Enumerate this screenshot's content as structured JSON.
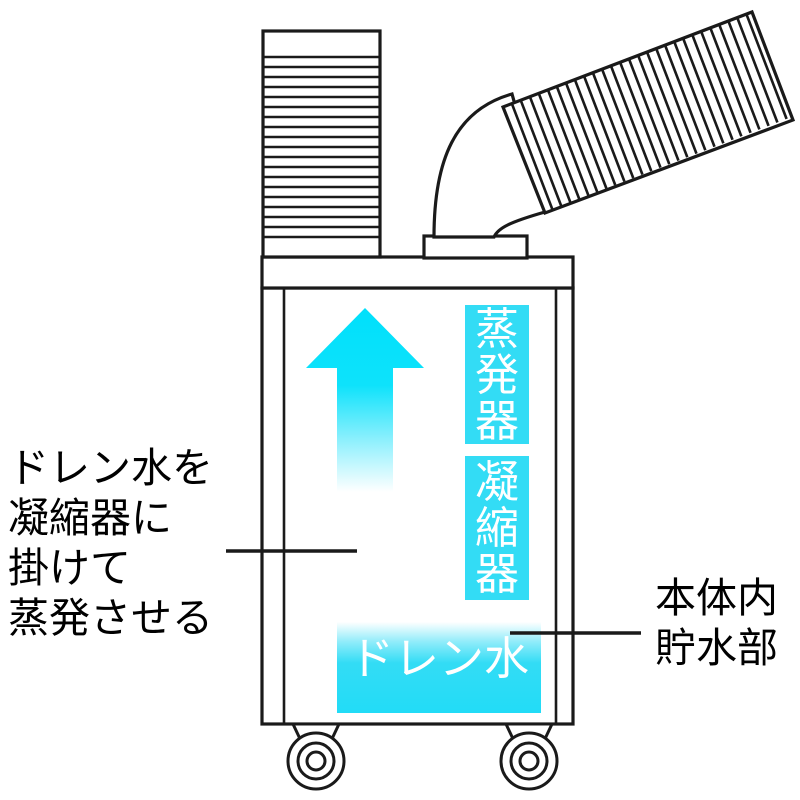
{
  "diagram": {
    "title": "spot-cooler-drain-water-evaporation-diagram",
    "colors": {
      "cyan": "#33dcf5",
      "outline": "#1a1a1a",
      "text": "#000000",
      "box_text": "#ffffff",
      "background": "#ffffff"
    },
    "annotations": {
      "left_label": {
        "lines": [
          "ドレン水を",
          "凝縮器に",
          "掛けて",
          "蒸発させる"
        ],
        "text": "ドレン水を\n凝縮器に\n掛けて\n蒸発させる"
      },
      "right_label": {
        "lines": [
          "本体内",
          "貯水部"
        ],
        "text": "本体内\n貯水部"
      }
    },
    "components": {
      "evaporator": {
        "label": "蒸発器",
        "vertical_text": "蒸\n発\n器",
        "orientation": "vertical"
      },
      "condenser": {
        "label": "凝縮器",
        "vertical_text": "凝\n縮\n器",
        "orientation": "vertical"
      },
      "drain_water": {
        "label": "ドレン水",
        "orientation": "horizontal"
      },
      "airflow_arrow": {
        "direction": "up",
        "style": "cyan-gradient"
      },
      "louver_grille": {
        "name": "louver-grille",
        "slat_count": 22
      },
      "flexible_duct": {
        "name": "flexible-duct",
        "rib_count": 28
      },
      "casters": {
        "count": 2
      }
    }
  }
}
